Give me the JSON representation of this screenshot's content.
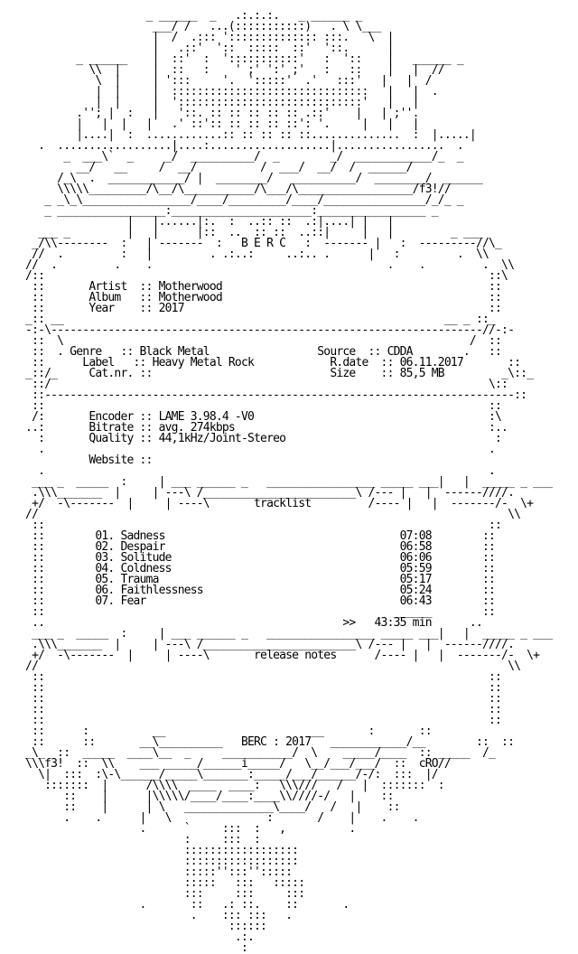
{
  "nfo_lines": [
    "",
    "                     _ ______  _   .:.:.:.   _ ______ _",
    "                      ___/ /   ...(:::::::::::)   . \\ \\___",
    "                      |  /  .::: ':::::::::::::: :::.   \\  |",
    "                      |   .::'  '::  :::::  ::'  '::.      |",
    "          _ ______    |  ::'  :  ':::::::::::'   :  '::    |   ______ _",
    "            \\\\  |     |  ::   :    ' ;' ':' ;'   :   ::    |   |  //",
    "             \\  |     | ':::     '.  ':::::'  .'   :::'   |   |  /",
    "             |  |     |  :::::::::::::::::::::::::::::::   |   |  .",
    "             |  |     |  ':::::::::::::::::::::::::::::'   |   |",
    "          .''; |  :   |   '::. :: :: :: :: :: .::'    |   | ;''. ",
    "          |   |  |   |   .' ::':: :: :: :: ::': '.     |   |   | ",
    "          |....|  :  ............:: :: :: :: ::..............  :  |.....| ",
    "    .  ..................|....:...................|.................  .",
    "        _  ___\\`  _     _/  __________/  _        _/  ____________/_  _",
    "          __/   __     /  __/          /  ___/  __/  /  ______/",
    "       /_\\  .  ____________/ |  ________/   __________/  ________/  ______",
    "       \\\\\\\\\\_________/\\__/\\___________/\\___/\\__________________/f3!//",
    "     _ _\\_\\_________________/____/_________/____/________________/_/_ _",
    "     _ _________________:______________________:_________________ _",
    "                  |   |......|:.  :  ..:: ::  .:|....| |   |",
    "    ___ _         |   |      |::  ..  :: ::  ..::|     |   |         _ ___",
    "   _/\\\\--------  :   | -------  :   B E R C   :  ------- |   :  ---------//\\_",
    "   //  .         :   |         . .:..:     ..:.. .      |   :         .  \\\\",
    "  //  .         .    .                                     .    .         .  \\\\",
    "  /::                                                                      ::\\",
    "   ::       Artist  :: Motherwood                                          ::",
    "   ::       Album   :: Motherwood                                          ::",
    "   ::       Year    :: 2017                                                ::",
    "  _:: __                                                            __ _ ::_",
    "  -:-\\--------------------------------------------------------------------//-:-",
    "   ::  \\                                                                /  ::",
    "   ::  . Genre   :: Black Metal                 Source  :: CDDA        .   ::",
    "   ::      Label   :: Heavy Metal Rock            R.date  :: 06.11.2017       ::",
    "  _::/_     Cat.nr. ::                            Size    :: 85,5 MB         _\\::_",
    "   ::/                                                                     \\::",
    "   ::--------------------------------------------------------------------------::",
    "   ::                                                                      ::",
    "   /:       Encoder :: LAME 3.98.4 -V0                                     :\\",
    "  ..:       Bitrate :: avg. 274kbps                                        :..",
    "    :       Quality :: 44,1kHz/Joint-Stereo                                 :",
    "    .                                                                      .",
    "            Website ::",
    "    .                                                                      .",
    "   ___ _  _____  :     | ___ ______ _   _________________ _____ ___|   |  _____ _ ___",
    "   .\\\\\\_______  |     | ---\\ /________________________\\ /--- |   |  ------////.",
    "   +/  -\\-------  |     | ----\\       tracklist         /---- |   |  -------/-  \\+",
    "  //                                                                          \\\\",
    "   ::                                                                      ::",
    "   ::        01. Sadness                                     07:08        ::",
    "   ::        02. Despair                                     06:58        ::",
    "   ::        03. Solitude                                    06:06        ::",
    "   ::        04. Coldness                                    05:59        ::",
    "   ::        05. Trauma                                      05:17        ::",
    "   ::        06. Faithlessness                               05:24        ::",
    "   ::        07. Fear                                        06:43        ::",
    "   ::                                                       ______        ::",
    "   ..                                               >>   43:35 min      ..",
    "   ___ _  _____  :     | ___ ______ _   _________________ _____ ___|   |  _____ _ ___",
    "   .\\\\\\_______  |     | ---\\ /________________________\\ /--- |   |  ------////.",
    "   +/  -\\-------  |     | ----\\       release notes      /---- |   |  -------/-  \\+",
    "  //                                                                          \\\\",
    "   ::                                                                      ::",
    "   ::                                                                      ::",
    "   ::                                                                      ::",
    "   ::                                                                      ::",
    "   ::                                                                      ::",
    "   ::      :          __                       __       :       ::",
    "   ::      ::       __\\__________   BERC : 2017   ____________/__        ::  ::",
    "  _\\_  ::  _____  ____\\__  _     ___________/  \\    _____/____  :: _____  /_",
    "  \\\\\\f3!  ::  \\\\    ___ _____/______i_____/   \\__/___/___/  ::  cRO//",
    "    \\|  :::  :\\-\\______/_____\\_______:_____/___/______/-/:  :::  |/",
    "     :::::::  |      /\\\\\\\\  ____  ____:   \\\\\\///   /   |  :::::::  :",
    "        ::    |      |\\\\\\\\\\/____/____:____\\\\////-/   |    :: ",
    "        ::    |      | \\   ______________\\____/   /   |    ::",
    "        .    .      |   \\               :       /    |    .    .",
    "                    .      `     :::  :   ,          .",
    "                           :     :::  :",
    "                           ::::::::::::::::::",
    "                           ::::::::::::::::::",
    "                           :::::'':::'':::::",
    "                           :::::   :::   :::::",
    "                           :::     :::     :::",
    "                    .       ::   .: ::.    ::       .",
    "                            .    ::: :::   .",
    "                                  ::::::",
    "                                   .:.",
    "                                    :"
  ]
}
